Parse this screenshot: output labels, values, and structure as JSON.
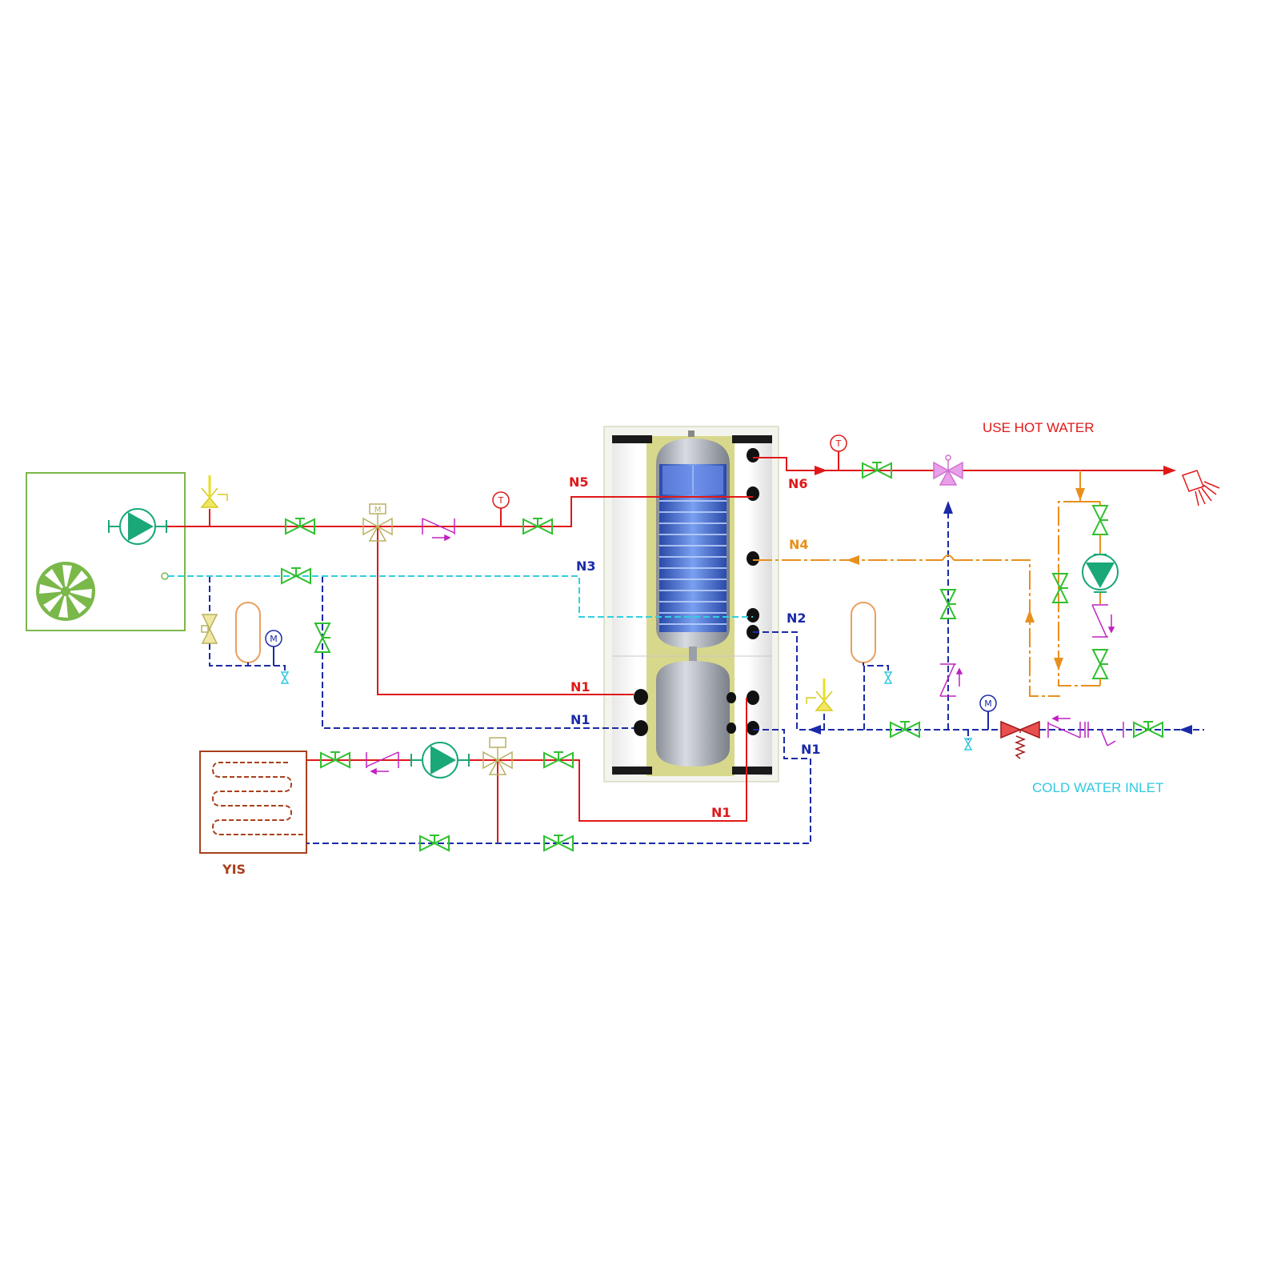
{
  "labels": {
    "use_hot_water": "USE HOT WATER",
    "cold_water_inlet": "COLD WATER INLET",
    "yis": "YIS",
    "n1": "N1",
    "n2": "N2",
    "n3": "N3",
    "n4": "N4",
    "n5": "N5",
    "n6": "N6",
    "motor": "M",
    "temp": "T"
  },
  "colors": {
    "hot": "#e01818",
    "cold": "#1a2aa8",
    "dhw_return": "#e8901c",
    "solar_return": "#30d0e0",
    "valve": "#30c030",
    "pump": "#1aa878",
    "check_valve": "#c020c0",
    "safety_valve": "#e8e020",
    "heat_pump_box": "#7ab84a",
    "floor_heating": "#a8401c",
    "label_cold": "#1a2aa8",
    "label_inlet": "#30c8e0"
  }
}
